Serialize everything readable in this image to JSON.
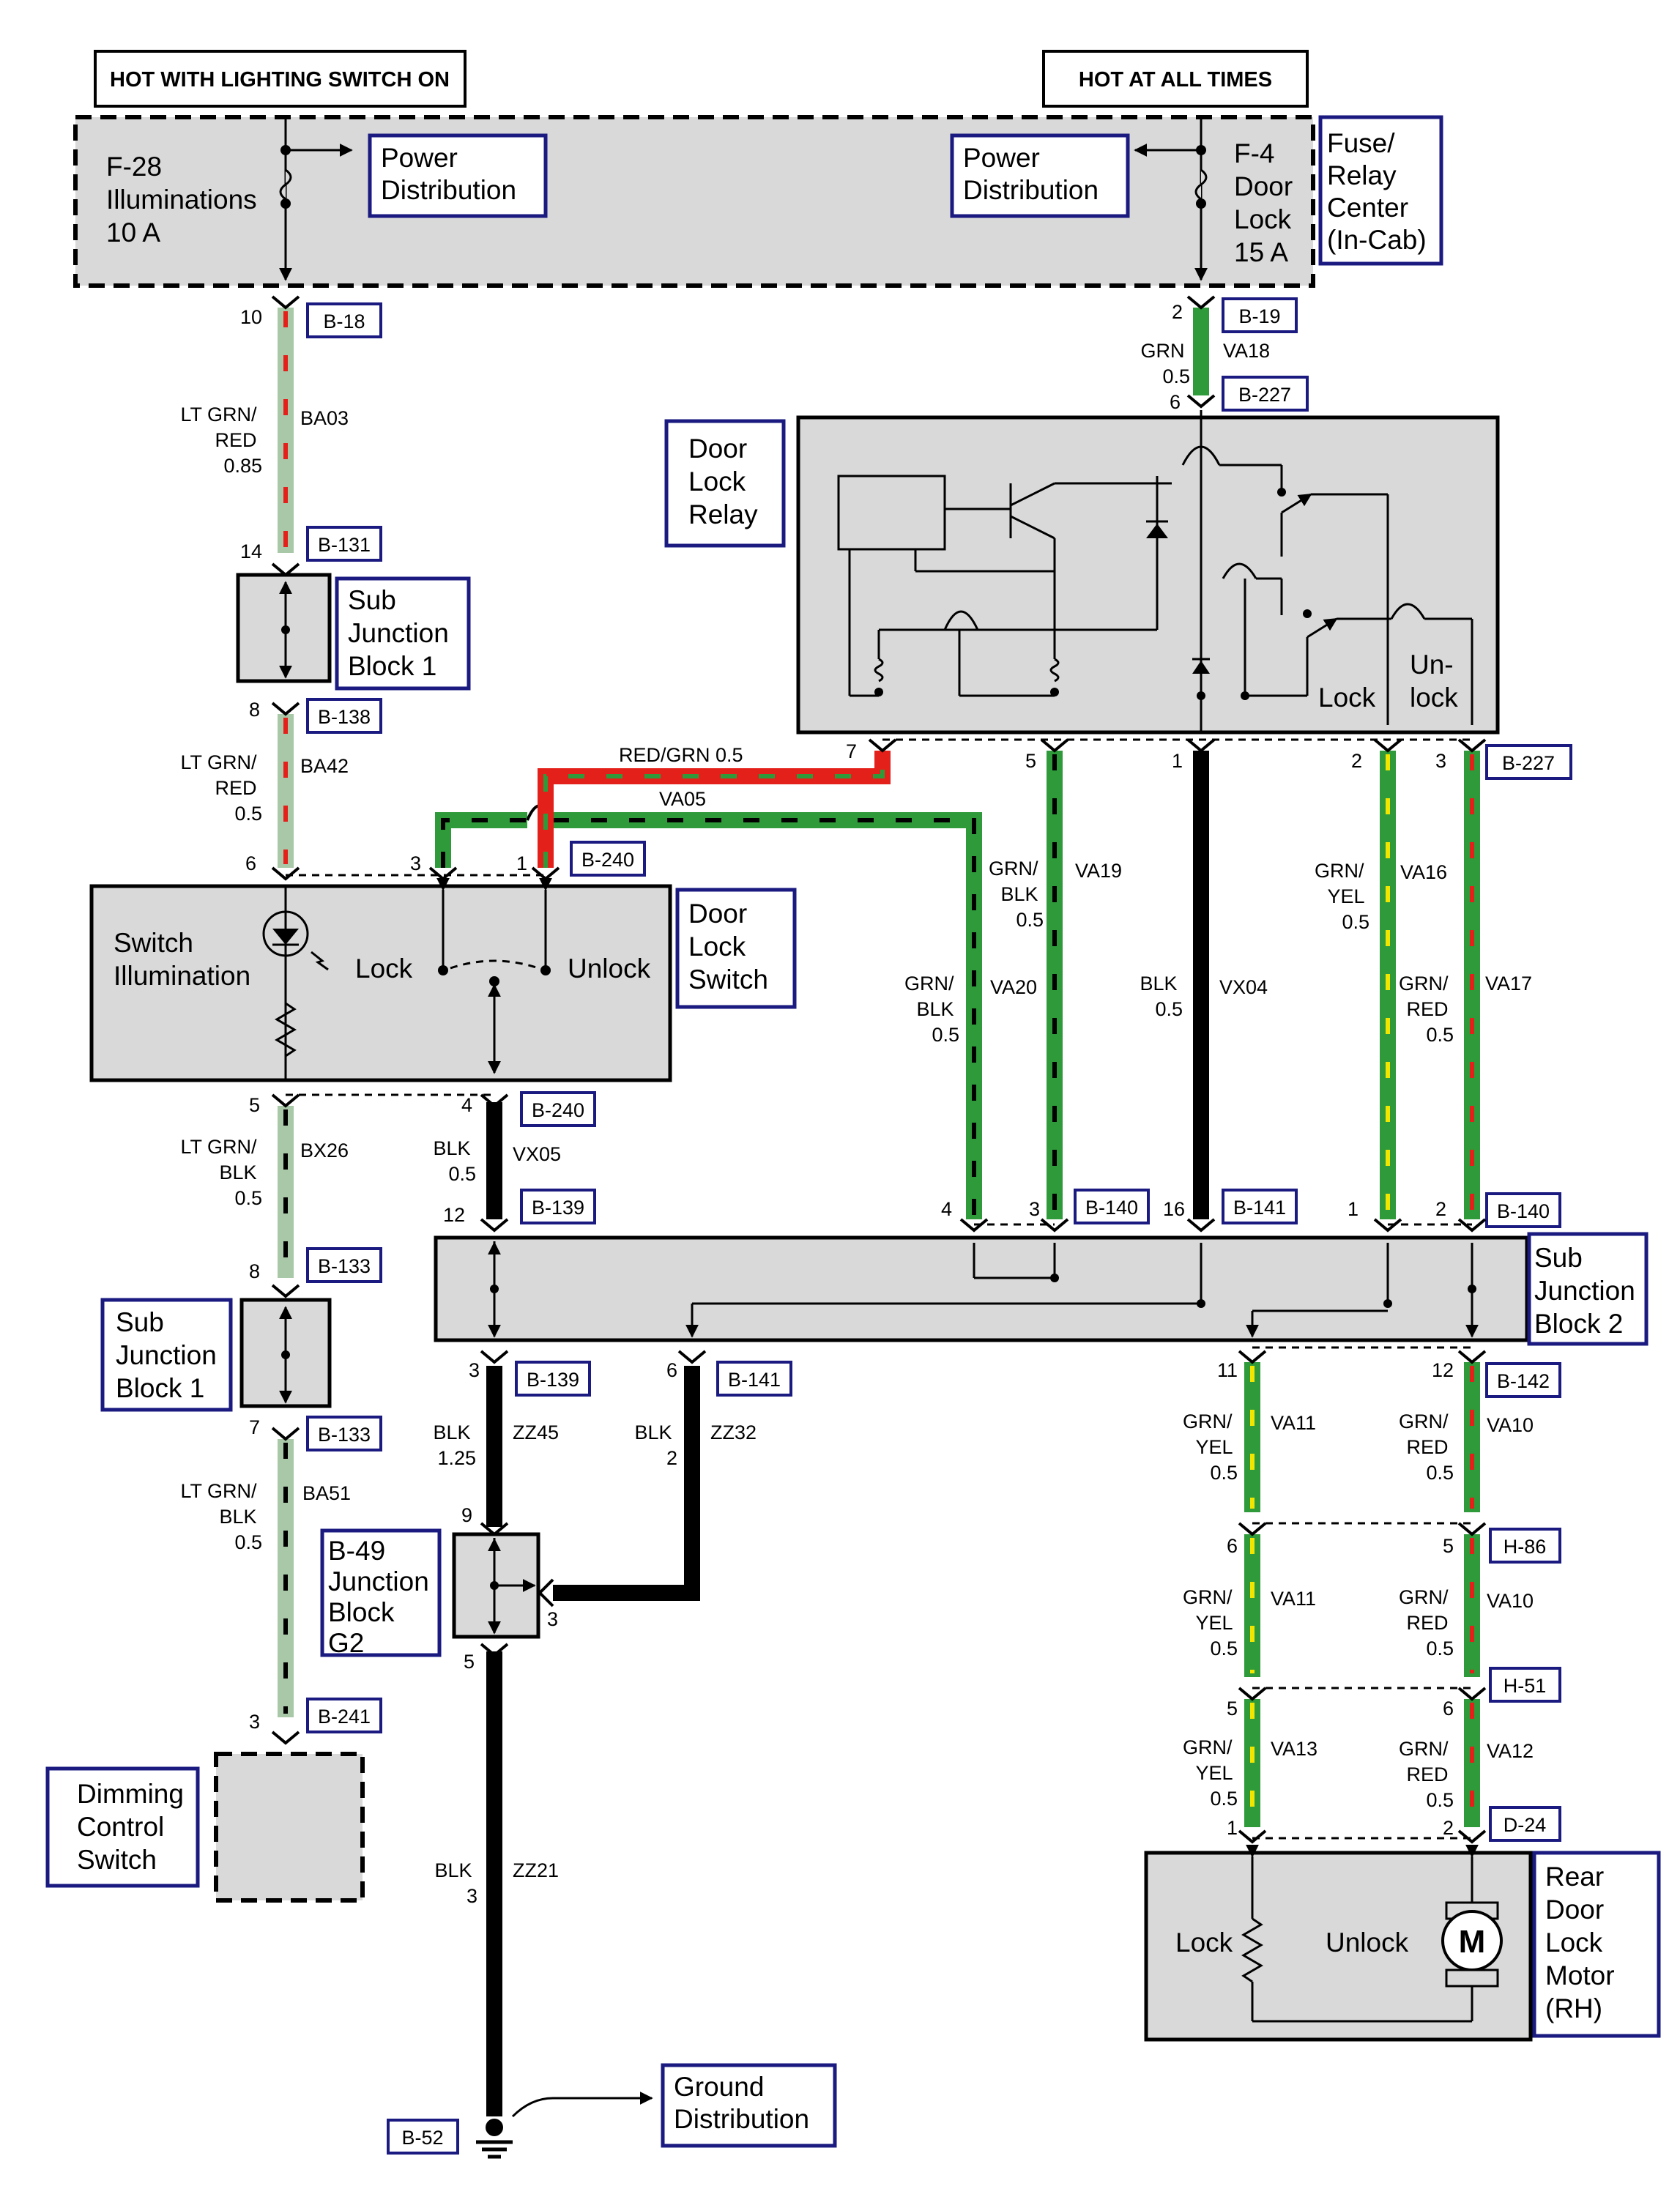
{
  "headers": {
    "left": "HOT WITH LIGHTING SWITCH ON",
    "right": "HOT AT ALL TIMES"
  },
  "fuse_box": {
    "fuse_left": [
      "F-28",
      "Illuminations",
      "10 A"
    ],
    "fuse_right": [
      "F-4",
      "Door",
      "Lock",
      "15 A"
    ],
    "power_dist_left": [
      "Power",
      "Distribution"
    ],
    "power_dist_right": [
      "Power",
      "Distribution"
    ],
    "name": [
      "Fuse/",
      "Relay",
      "Center",
      "(In-Cab)"
    ]
  },
  "components": {
    "door_lock_relay": [
      "Door",
      "Lock",
      "Relay"
    ],
    "relay_lock": "Lock",
    "relay_unlock": [
      "Un-",
      "lock"
    ],
    "sub_junction_1_top": [
      "Sub",
      "Junction",
      "Block 1"
    ],
    "sub_junction_1_bottom": [
      "Sub",
      "Junction",
      "Block 1"
    ],
    "door_lock_switch": [
      "Door",
      "Lock",
      "Switch"
    ],
    "switch_illumination": [
      "Switch",
      "Illumination"
    ],
    "switch_lock": "Lock",
    "switch_unlock": "Unlock",
    "sub_junction_2": [
      "Sub",
      "Junction",
      "Block 2"
    ],
    "junction_block_g2": [
      "B-49",
      "Junction",
      "Block",
      "G2"
    ],
    "dimming_control_switch": [
      "Dimming",
      "Control",
      "Switch"
    ],
    "rear_door_lock_motor": [
      "Rear",
      "Door",
      "Lock",
      "Motor",
      "(RH)"
    ],
    "motor_lock": "Lock",
    "motor_unlock": "Unlock",
    "motor_symbol": "M",
    "ground_distribution": [
      "Ground",
      "Distribution"
    ]
  },
  "connectors": {
    "b18": "B-18",
    "b19": "B-19",
    "b227_top": "B-227",
    "b227_right": "B-227",
    "b131": "B-131",
    "b138": "B-138",
    "b240_top": "B-240",
    "b240_bottom": "B-240",
    "b139_top": "B-139",
    "b139_bottom": "B-139",
    "b140_left": "B-140",
    "b140_right": "B-140",
    "b141_top": "B-141",
    "b141_bottom": "B-141",
    "b133_top": "B-133",
    "b133_bottom": "B-133",
    "b142": "B-142",
    "h86": "H-86",
    "h51": "H-51",
    "d24": "D-24",
    "b241": "B-241",
    "b52": "B-52"
  },
  "pins": {
    "p10": "10",
    "p2": "2",
    "p6a": "6",
    "p14": "14",
    "p8a": "8",
    "p6b": "6",
    "p3a": "3",
    "p1a": "1",
    "p7r": "7",
    "p5r": "5",
    "p1r": "1",
    "p2r": "2",
    "p3r": "3",
    "p5a": "5",
    "p4a": "4",
    "p12a": "12",
    "p4b": "4",
    "p3b": "3",
    "p16": "16",
    "p1b": "1",
    "p2b": "2",
    "p8b": "8",
    "p7a": "7",
    "p3c": "3",
    "p6c": "6",
    "p11": "11",
    "p12b": "12",
    "p9": "9",
    "p3d": "3",
    "p5b": "5",
    "p3e": "3",
    "p6d": "6",
    "p5c": "5",
    "p5d": "5",
    "p6e": "6",
    "p1c": "1",
    "p2c": "2"
  },
  "wires": {
    "ba03": {
      "color": [
        "LT GRN/",
        "RED",
        "0.85"
      ],
      "code": "BA03"
    },
    "ba42": {
      "color": [
        "LT GRN/",
        "RED",
        "0.5"
      ],
      "code": "BA42"
    },
    "va18": {
      "color": [
        "GRN",
        "0.5"
      ],
      "code": "VA18"
    },
    "red_grn": "RED/GRN 0.5",
    "va05": "VA05",
    "va20": {
      "color": [
        "GRN/",
        "BLK",
        "0.5"
      ],
      "code": "VA20"
    },
    "va19": {
      "color": [
        "GRN/",
        "BLK",
        "0.5"
      ],
      "code": "VA19"
    },
    "vx04": {
      "color": [
        "BLK",
        "0.5"
      ],
      "code": "VX04"
    },
    "va16": {
      "color": [
        "GRN/",
        "YEL",
        "0.5"
      ],
      "code": "VA16"
    },
    "va17": {
      "color": [
        "GRN/",
        "RED",
        "0.5"
      ],
      "code": "VA17"
    },
    "bx26": {
      "color": [
        "LT GRN/",
        "BLK",
        "0.5"
      ],
      "code": "BX26"
    },
    "vx05": {
      "color": [
        "BLK",
        "0.5"
      ],
      "code": "VX05"
    },
    "ba51": {
      "color": [
        "LT GRN/",
        "BLK",
        "0.5"
      ],
      "code": "BA51"
    },
    "zz45": {
      "color": [
        "BLK",
        "1.25"
      ],
      "code": "ZZ45"
    },
    "zz32": {
      "color": [
        "BLK",
        "2"
      ],
      "code": "ZZ32"
    },
    "zz21": {
      "color": [
        "BLK",
        "3"
      ],
      "code": "ZZ21"
    },
    "va11a": {
      "color": [
        "GRN/",
        "YEL",
        "0.5"
      ],
      "code": "VA11"
    },
    "va10a": {
      "color": [
        "GRN/",
        "RED",
        "0.5"
      ],
      "code": "VA10"
    },
    "va11b": {
      "color": [
        "GRN/",
        "YEL",
        "0.5"
      ],
      "code": "VA11"
    },
    "va10b": {
      "color": [
        "GRN/",
        "RED",
        "0.5"
      ],
      "code": "VA10"
    },
    "va13": {
      "color": [
        "GRN/",
        "YEL",
        "0.5"
      ],
      "code": "VA13"
    },
    "va12": {
      "color": [
        "GRN/",
        "RED",
        "0.5"
      ],
      "code": "VA12"
    }
  },
  "colors": {
    "lt_grn": "#a8c8a8",
    "grn": "#2e9a3a",
    "red": "#e4201b",
    "yel": "#f2e600",
    "blk": "#000000",
    "frame": "#1a1a80",
    "component_fill": "#d9d9d9"
  }
}
